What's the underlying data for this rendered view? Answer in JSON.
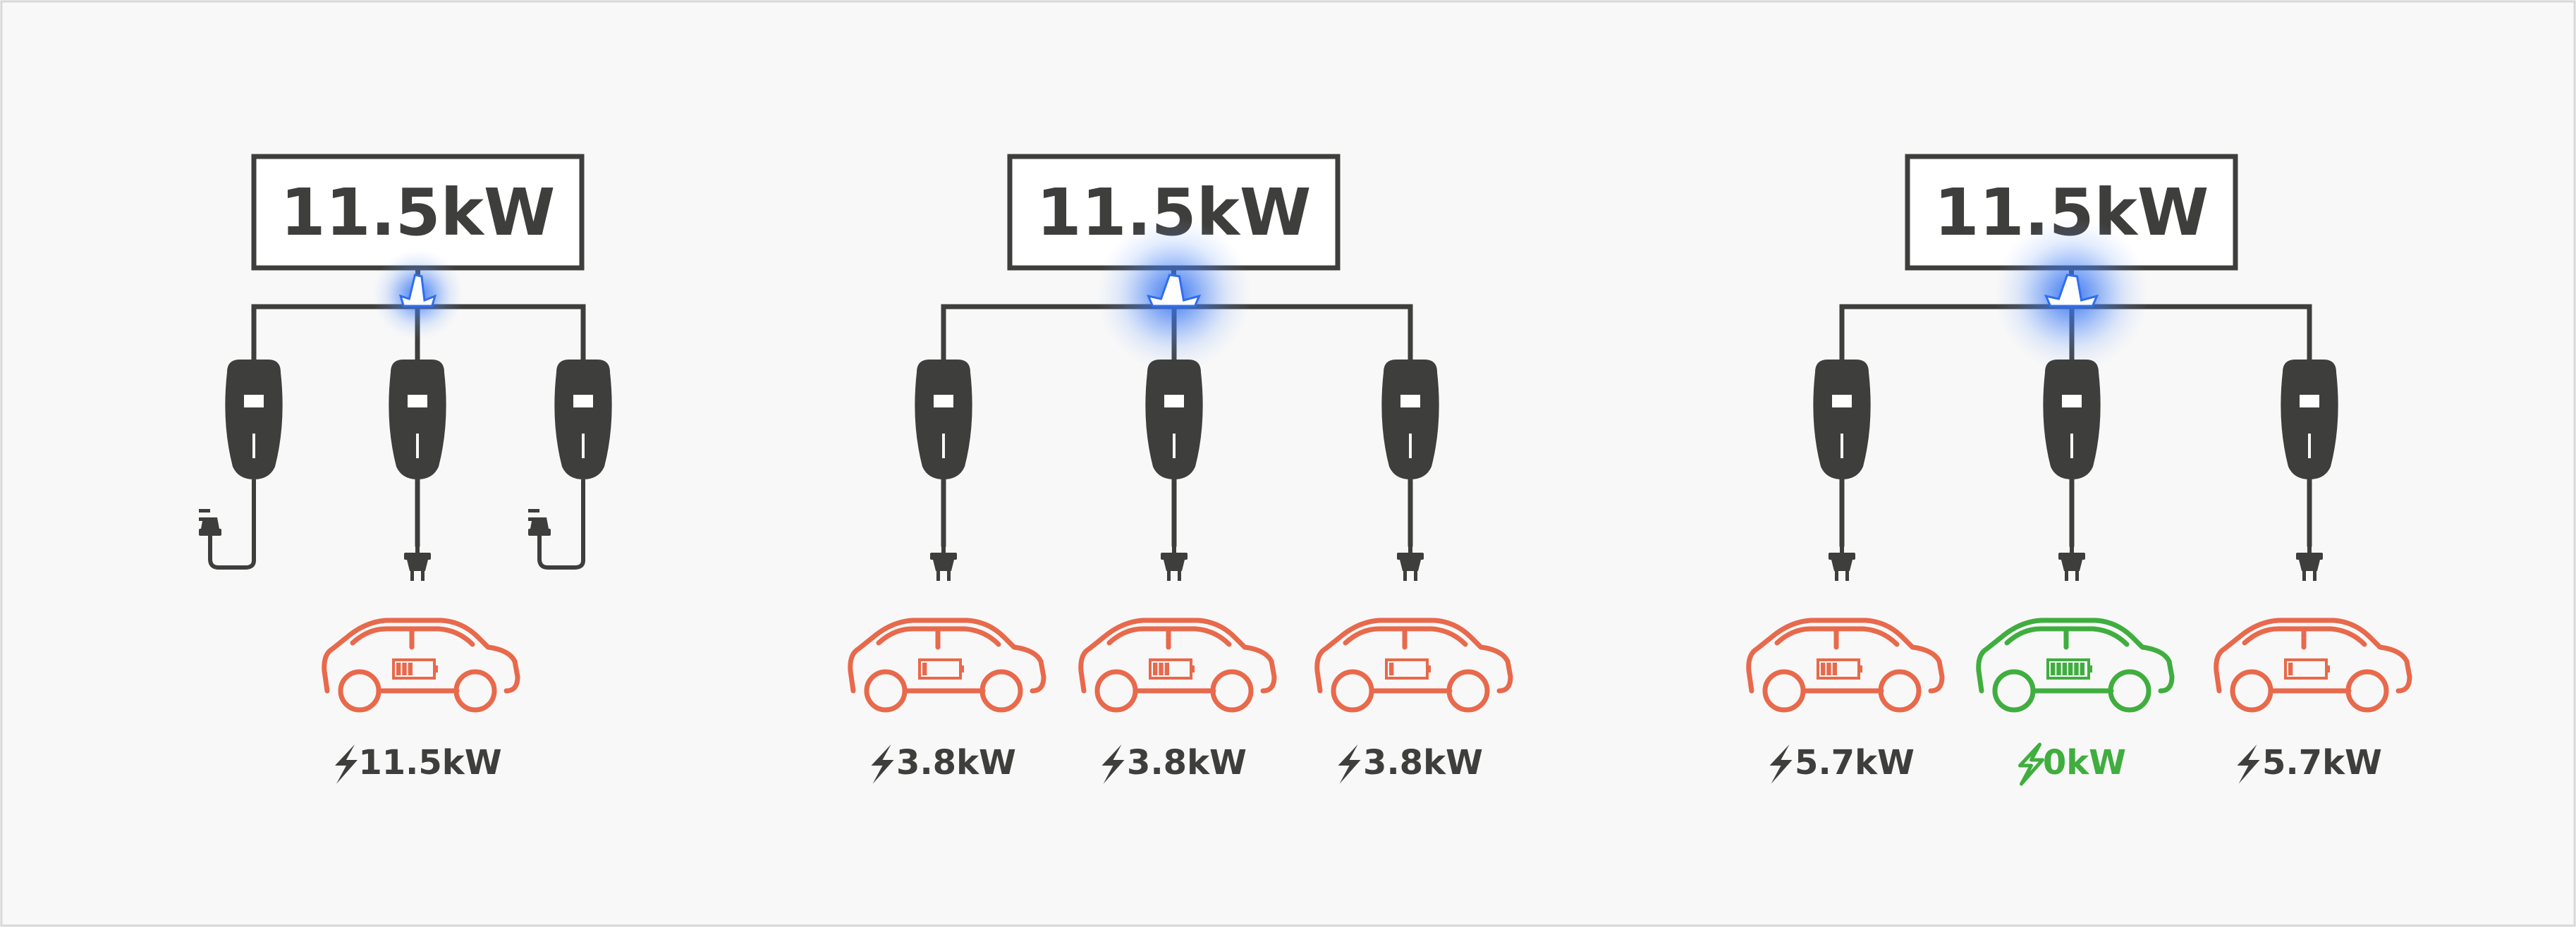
{
  "colors": {
    "wire": "#3e3e3c",
    "car_charging": "#e8694b",
    "car_full": "#3fae3f",
    "glow": "#2f6ef0",
    "background": "#f8f8f8"
  },
  "icons": [
    "charger-icon",
    "plug-icon",
    "car-icon",
    "battery-icon",
    "lightning-bolt-icon",
    "spark-glow-icon"
  ],
  "scenarios": [
    {
      "supply": "11.5kW",
      "glow_level": 0.35,
      "chargers": [
        {
          "plugged": false
        },
        {
          "plugged": true,
          "car": {
            "state": "charging",
            "battery_level": 0.5
          },
          "power": "11.5kW"
        },
        {
          "plugged": false
        }
      ]
    },
    {
      "supply": "11.5kW",
      "glow_level": 1.0,
      "chargers": [
        {
          "plugged": true,
          "car": {
            "state": "charging",
            "battery_level": 0.2
          },
          "power": "3.8kW"
        },
        {
          "plugged": true,
          "car": {
            "state": "charging",
            "battery_level": 0.5
          },
          "power": "3.8kW"
        },
        {
          "plugged": true,
          "car": {
            "state": "charging",
            "battery_level": 0.2
          },
          "power": "3.8kW"
        }
      ]
    },
    {
      "supply": "11.5kW",
      "glow_level": 1.0,
      "chargers": [
        {
          "plugged": true,
          "car": {
            "state": "charging",
            "battery_level": 0.5
          },
          "power": "5.7kW"
        },
        {
          "plugged": true,
          "car": {
            "state": "full",
            "battery_level": 1.0
          },
          "power": "0kW"
        },
        {
          "plugged": true,
          "car": {
            "state": "charging",
            "battery_level": 0.2
          },
          "power": "5.7kW"
        }
      ]
    }
  ]
}
